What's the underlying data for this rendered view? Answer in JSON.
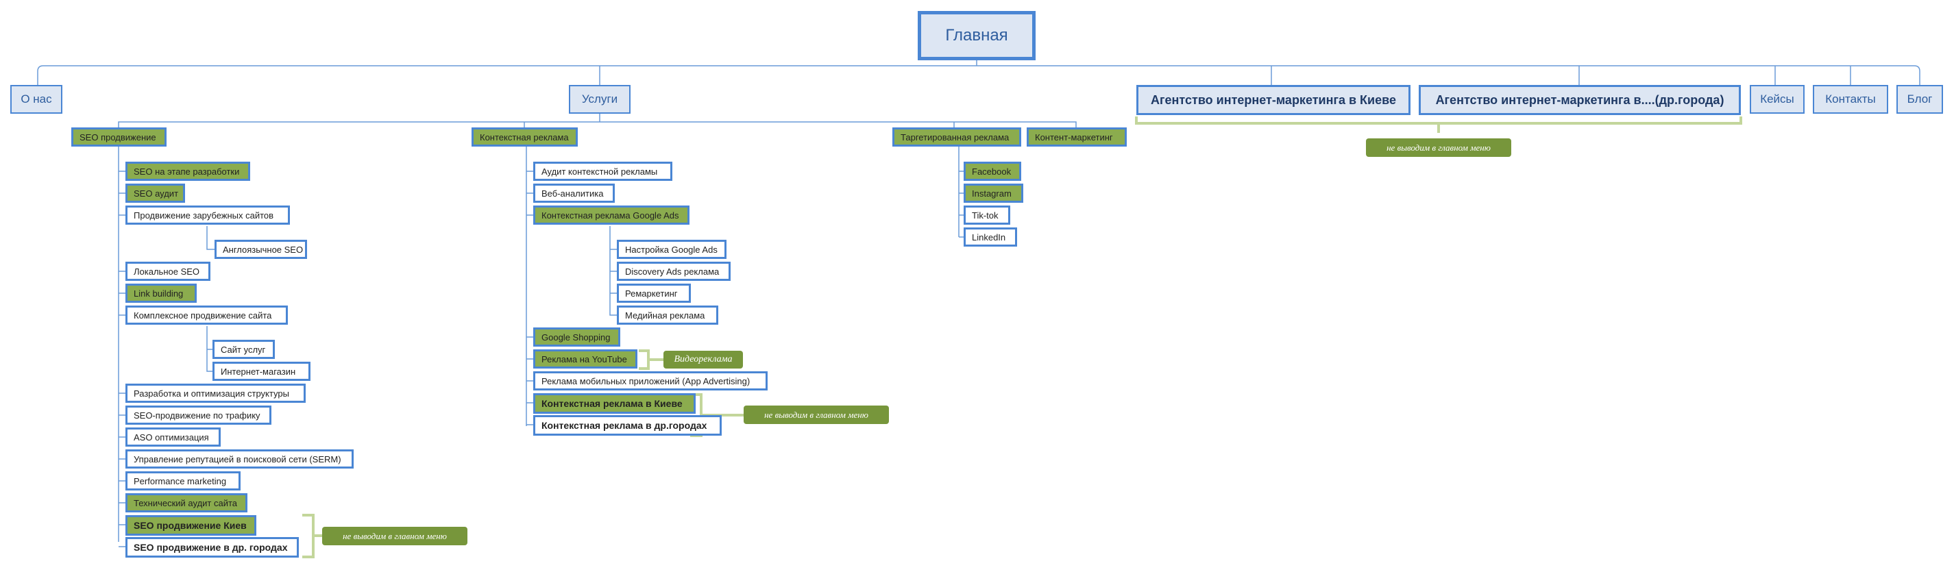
{
  "root": "Главная",
  "top": {
    "about": "О нас",
    "services": "Услуги",
    "agency_kiev": "Агентство интернет-маркетинга в Киеве",
    "agency_other": "Агентство интернет-маркетинга в....(др.города)",
    "cases": "Кейсы",
    "contacts": "Контакты",
    "blog": "Блог"
  },
  "cats": {
    "seo": "SEO продвижение",
    "context": "Контекстная реклама",
    "target": "Таргетированная реклама",
    "content": "Контент-маркетинг"
  },
  "seo": {
    "i0": "SEO на этапе разработки",
    "i1": "SEO аудит",
    "i2": "Продвижение зарубежных сайтов",
    "i2a": "Англоязычное SEO",
    "i3": "Локальное SEO",
    "i4": "Link building",
    "i5": "Комплексное продвижение сайта",
    "i5a": "Сайт услуг",
    "i5b": "Интернет-магазин",
    "i6": "Разработка и оптимизация структуры",
    "i7": "SEO-продвижение по трафику",
    "i8": "ASO оптимизация",
    "i9": "Управление репутацией в поисковой сети (SERM)",
    "i10": "Performance marketing",
    "i11": "Технический аудит сайта",
    "i12": "SEO продвижение Киев",
    "i13": "SEO продвижение в др. городах"
  },
  "ctx": {
    "i0": "Аудит контекстной рекламы",
    "i1": "Веб-аналитика",
    "i2": "Контекстная реклама Google Ads",
    "i2a": "Настройка Google Ads",
    "i2b": "Discovery Ads реклама",
    "i2c": "Ремаркетинг",
    "i2d": "Медийная реклама",
    "i3": "Google Shopping",
    "i4": "Реклама на YouTube",
    "i5": "Реклама мобильных приложений (App Advertising)",
    "i6": "Контекстная реклама в Киеве",
    "i7": "Контекстная реклама в др.городах"
  },
  "tgt": {
    "i0": "Facebook",
    "i1": "Instagram",
    "i2": "Tik-tok",
    "i3": "LinkedIn"
  },
  "notes": {
    "top": "не выводим в главном меню",
    "video": "Видеореклама",
    "ctx": "не выводим в главном меню",
    "seo": "не выводим в главном меню"
  },
  "colors": {
    "node_border": "#4a86d4",
    "line": "#6a9bd8",
    "green_fill": "#8bac4e",
    "blue_fill": "#dde6f3",
    "note_fill": "#77963b",
    "bracket": "#c3d69b"
  }
}
